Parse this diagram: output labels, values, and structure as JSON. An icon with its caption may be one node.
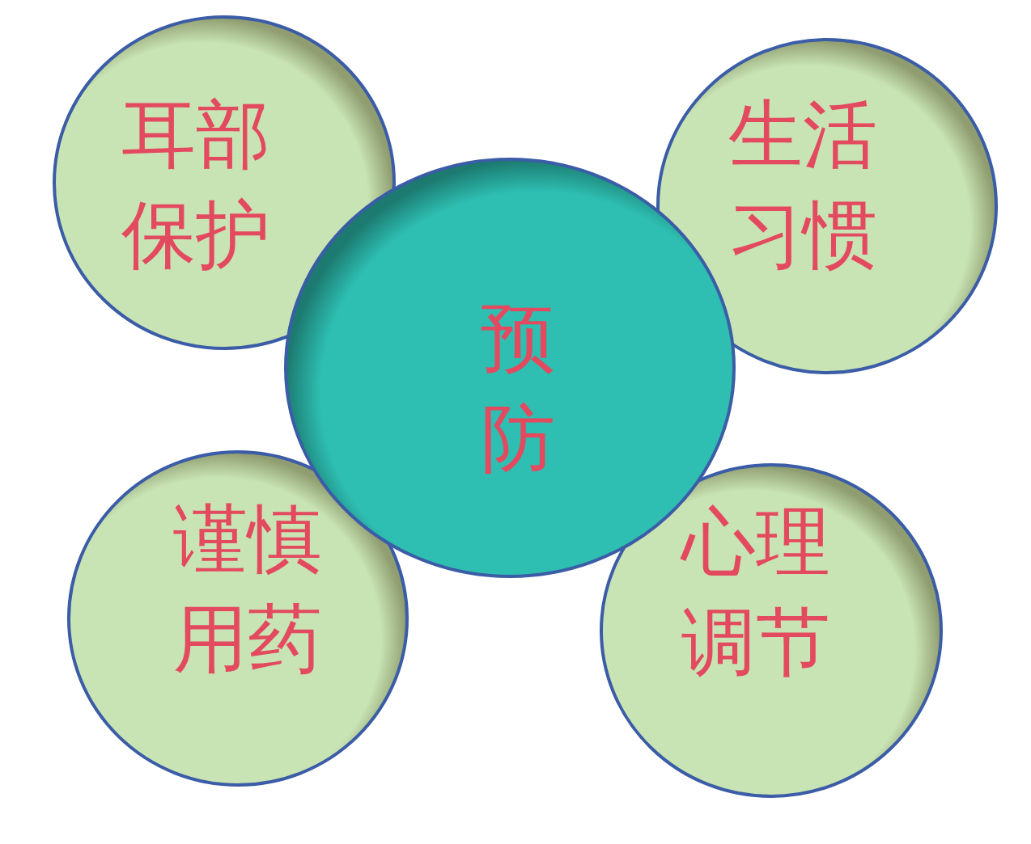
{
  "diagram": {
    "nodes": [
      {
        "text": [
          "耳部保护"
        ]
      },
      {
        "text": [
          "生活习惯"
        ]
      },
      {
        "text": [
          "预防"
        ]
      },
      {
        "text": [
          "谨慎用药"
        ]
      },
      {
        "text": [
          "心理调节"
        ]
      }
    ]
  }
}
